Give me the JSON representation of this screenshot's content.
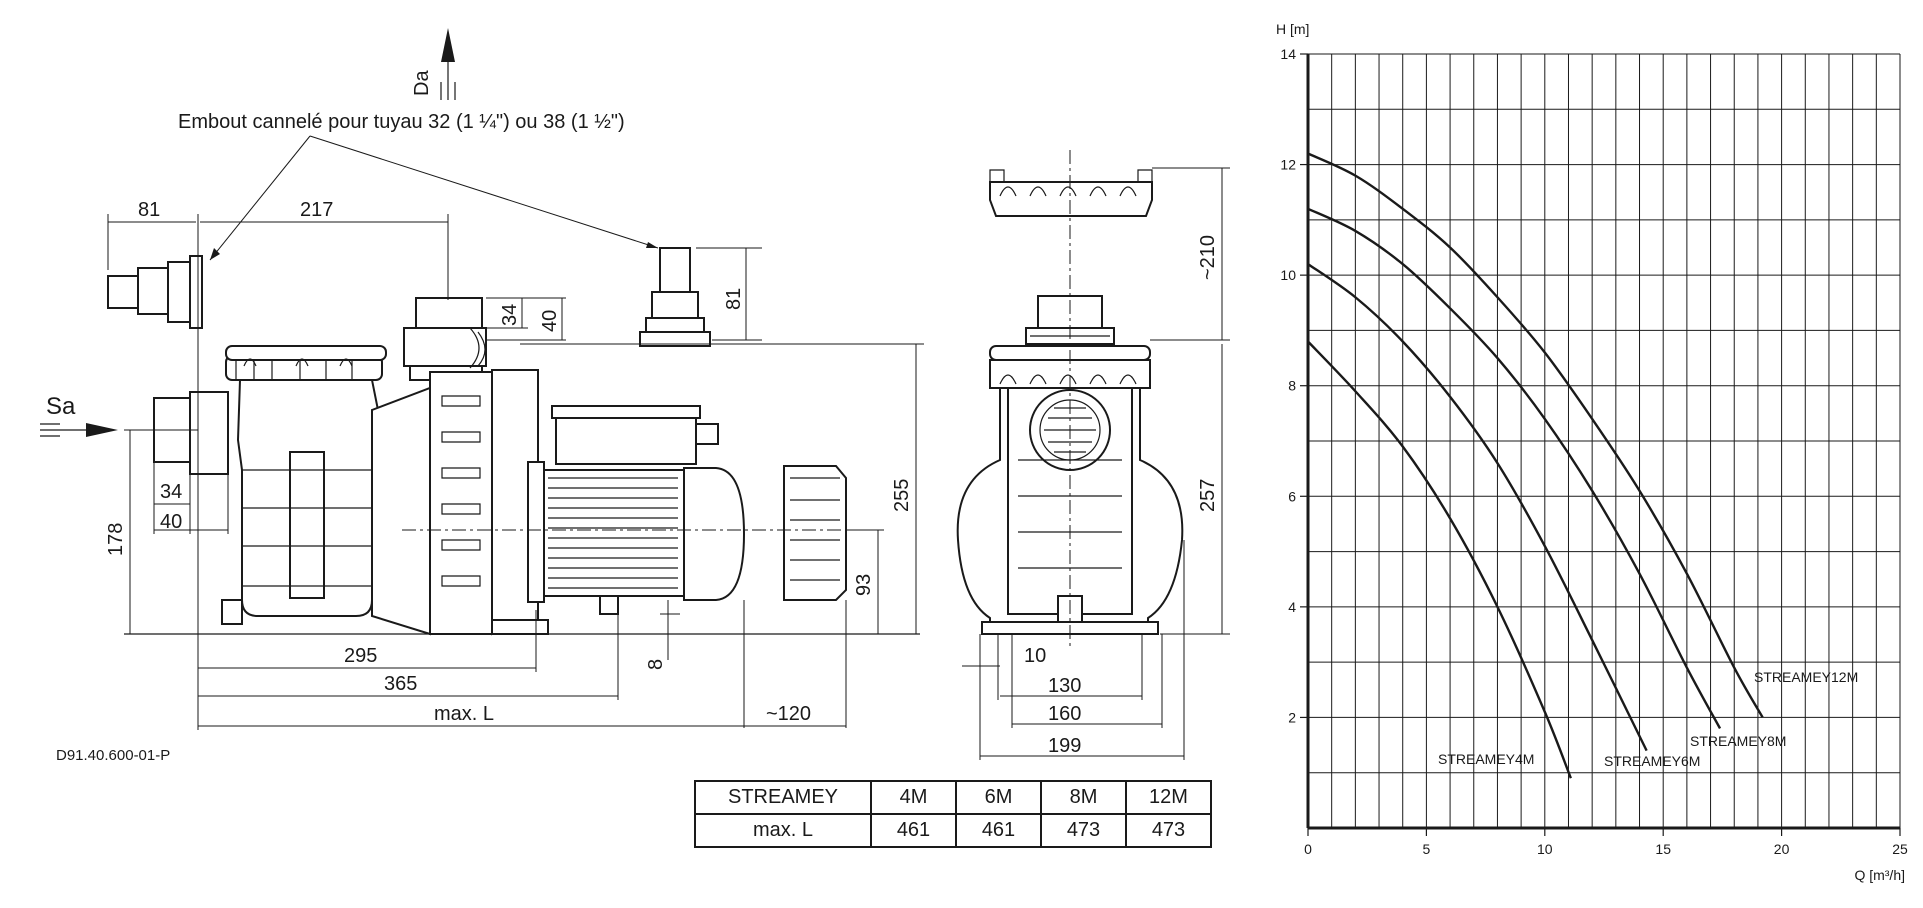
{
  "drawing": {
    "hose_note": "Embout cannelé pour tuyau 32 (1 ¼\") ou 38 (1 ½\")",
    "outlet_label": "Da",
    "inlet_label": "Sa",
    "reference": "D91.40.600-01-P",
    "dims": {
      "d81_top": "81",
      "d217": "217",
      "d34_top": "34",
      "d40_top": "40",
      "d81_side": "81",
      "d34_low": "34",
      "d40_low": "40",
      "d178": "178",
      "d255": "255",
      "d93": "93",
      "d8": "8",
      "d295": "295",
      "d365": "365",
      "dmaxl": "max. L",
      "d120": "~120",
      "d210": "~210",
      "d257": "257",
      "d10": "10",
      "d130": "130",
      "d160": "160",
      "d199": "199"
    }
  },
  "table": {
    "header_label": "STREAMEY",
    "models": [
      "4M",
      "6M",
      "8M",
      "12M"
    ],
    "row_label": "max. L",
    "values": [
      "461",
      "461",
      "473",
      "473"
    ]
  },
  "chart_data": {
    "type": "line",
    "ylabel": "H [m]",
    "xlabel": "Q [m³/h]",
    "xlim": [
      0,
      25
    ],
    "ylim": [
      0,
      14
    ],
    "xticks": [
      "0",
      "5",
      "10",
      "15",
      "20",
      "25"
    ],
    "yticks": [
      "2",
      "4",
      "6",
      "8",
      "10",
      "12",
      "14"
    ],
    "grid": true,
    "series": [
      {
        "name": "STREAMEY4M",
        "x": [
          0,
          2,
          4,
          6,
          8,
          10,
          11.1
        ],
        "y": [
          8.8,
          7.9,
          6.9,
          5.6,
          4.0,
          2.1,
          0.9
        ]
      },
      {
        "name": "STREAMEY6M",
        "x": [
          0,
          2,
          4,
          6,
          8,
          10,
          12,
          14.3
        ],
        "y": [
          10.2,
          9.6,
          8.8,
          7.8,
          6.6,
          5.1,
          3.4,
          1.4
        ]
      },
      {
        "name": "STREAMEY8M",
        "x": [
          0,
          2,
          4,
          6,
          8,
          10,
          12,
          14,
          16,
          17.4
        ],
        "y": [
          11.2,
          10.8,
          10.2,
          9.4,
          8.5,
          7.4,
          6.1,
          4.6,
          2.9,
          1.8
        ]
      },
      {
        "name": "STREAMEY12M",
        "x": [
          0,
          2,
          4,
          6,
          8,
          10,
          12,
          14,
          16,
          18,
          19.2
        ],
        "y": [
          12.2,
          11.8,
          11.2,
          10.5,
          9.6,
          8.6,
          7.4,
          6.1,
          4.6,
          2.9,
          2.0
        ]
      }
    ]
  }
}
